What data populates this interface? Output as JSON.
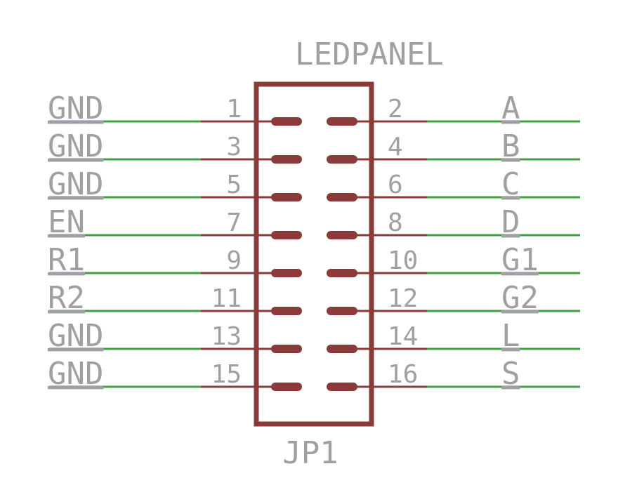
{
  "part_name": "LEDPANEL",
  "designator": "JP1",
  "colors": {
    "body": "#8b3a3a",
    "pin": "#8b3a3a",
    "net": "#3fa03f",
    "text": "#a0a0a0"
  },
  "rows": [
    {
      "left_net": "GND",
      "left_pin": "1",
      "right_pin": "2",
      "right_net": "A"
    },
    {
      "left_net": "GND",
      "left_pin": "3",
      "right_pin": "4",
      "right_net": "B"
    },
    {
      "left_net": "GND",
      "left_pin": "5",
      "right_pin": "6",
      "right_net": "C"
    },
    {
      "left_net": "EN",
      "left_pin": "7",
      "right_pin": "8",
      "right_net": "D"
    },
    {
      "left_net": "R1",
      "left_pin": "9",
      "right_pin": "10",
      "right_net": "G1"
    },
    {
      "left_net": "R2",
      "left_pin": "11",
      "right_pin": "12",
      "right_net": "G2"
    },
    {
      "left_net": "GND",
      "left_pin": "13",
      "right_pin": "14",
      "right_net": "L"
    },
    {
      "left_net": "GND",
      "left_pin": "15",
      "right_pin": "16",
      "right_net": "S"
    }
  ]
}
